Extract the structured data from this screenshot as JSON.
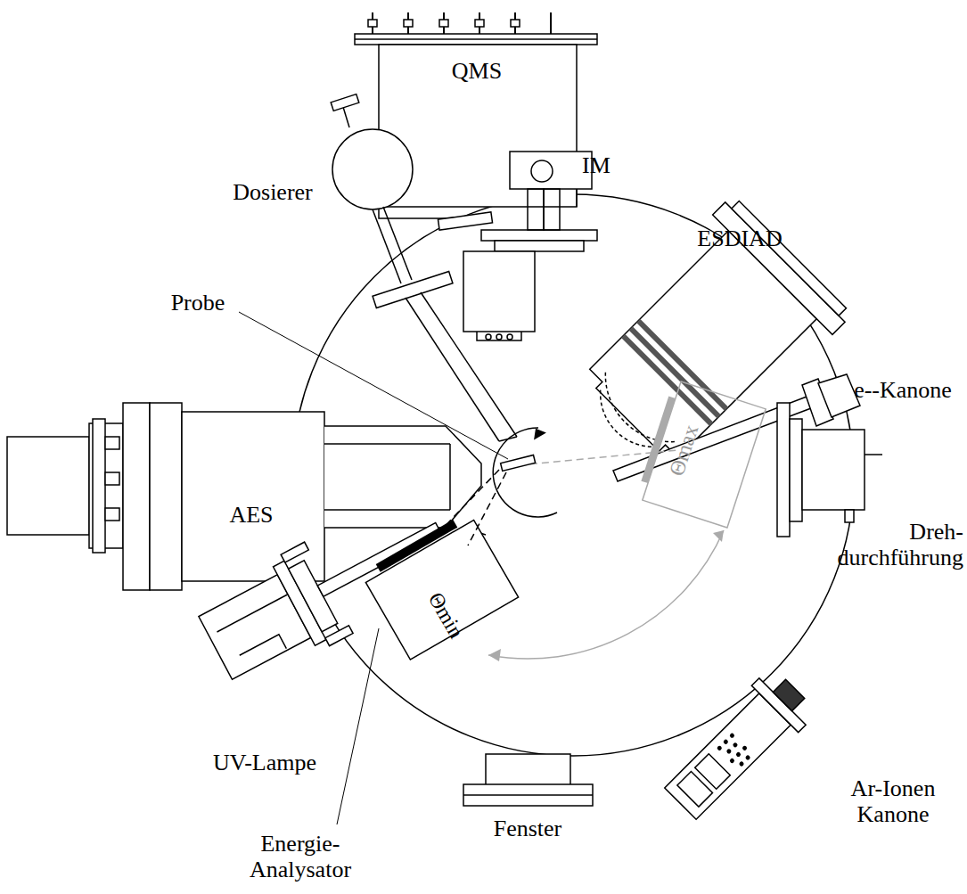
{
  "diagram": {
    "labels": [
      "QMS",
      "IM",
      "Dosierer",
      "ESDIAD",
      "Probe",
      "e--Kanone",
      "AES",
      "Dreh- durchführung",
      "Θmax",
      "Θmin",
      "UV-Lampe",
      "Ar-Ionen Kanone",
      "Energie- Analysator",
      "Fenster"
    ]
  }
}
